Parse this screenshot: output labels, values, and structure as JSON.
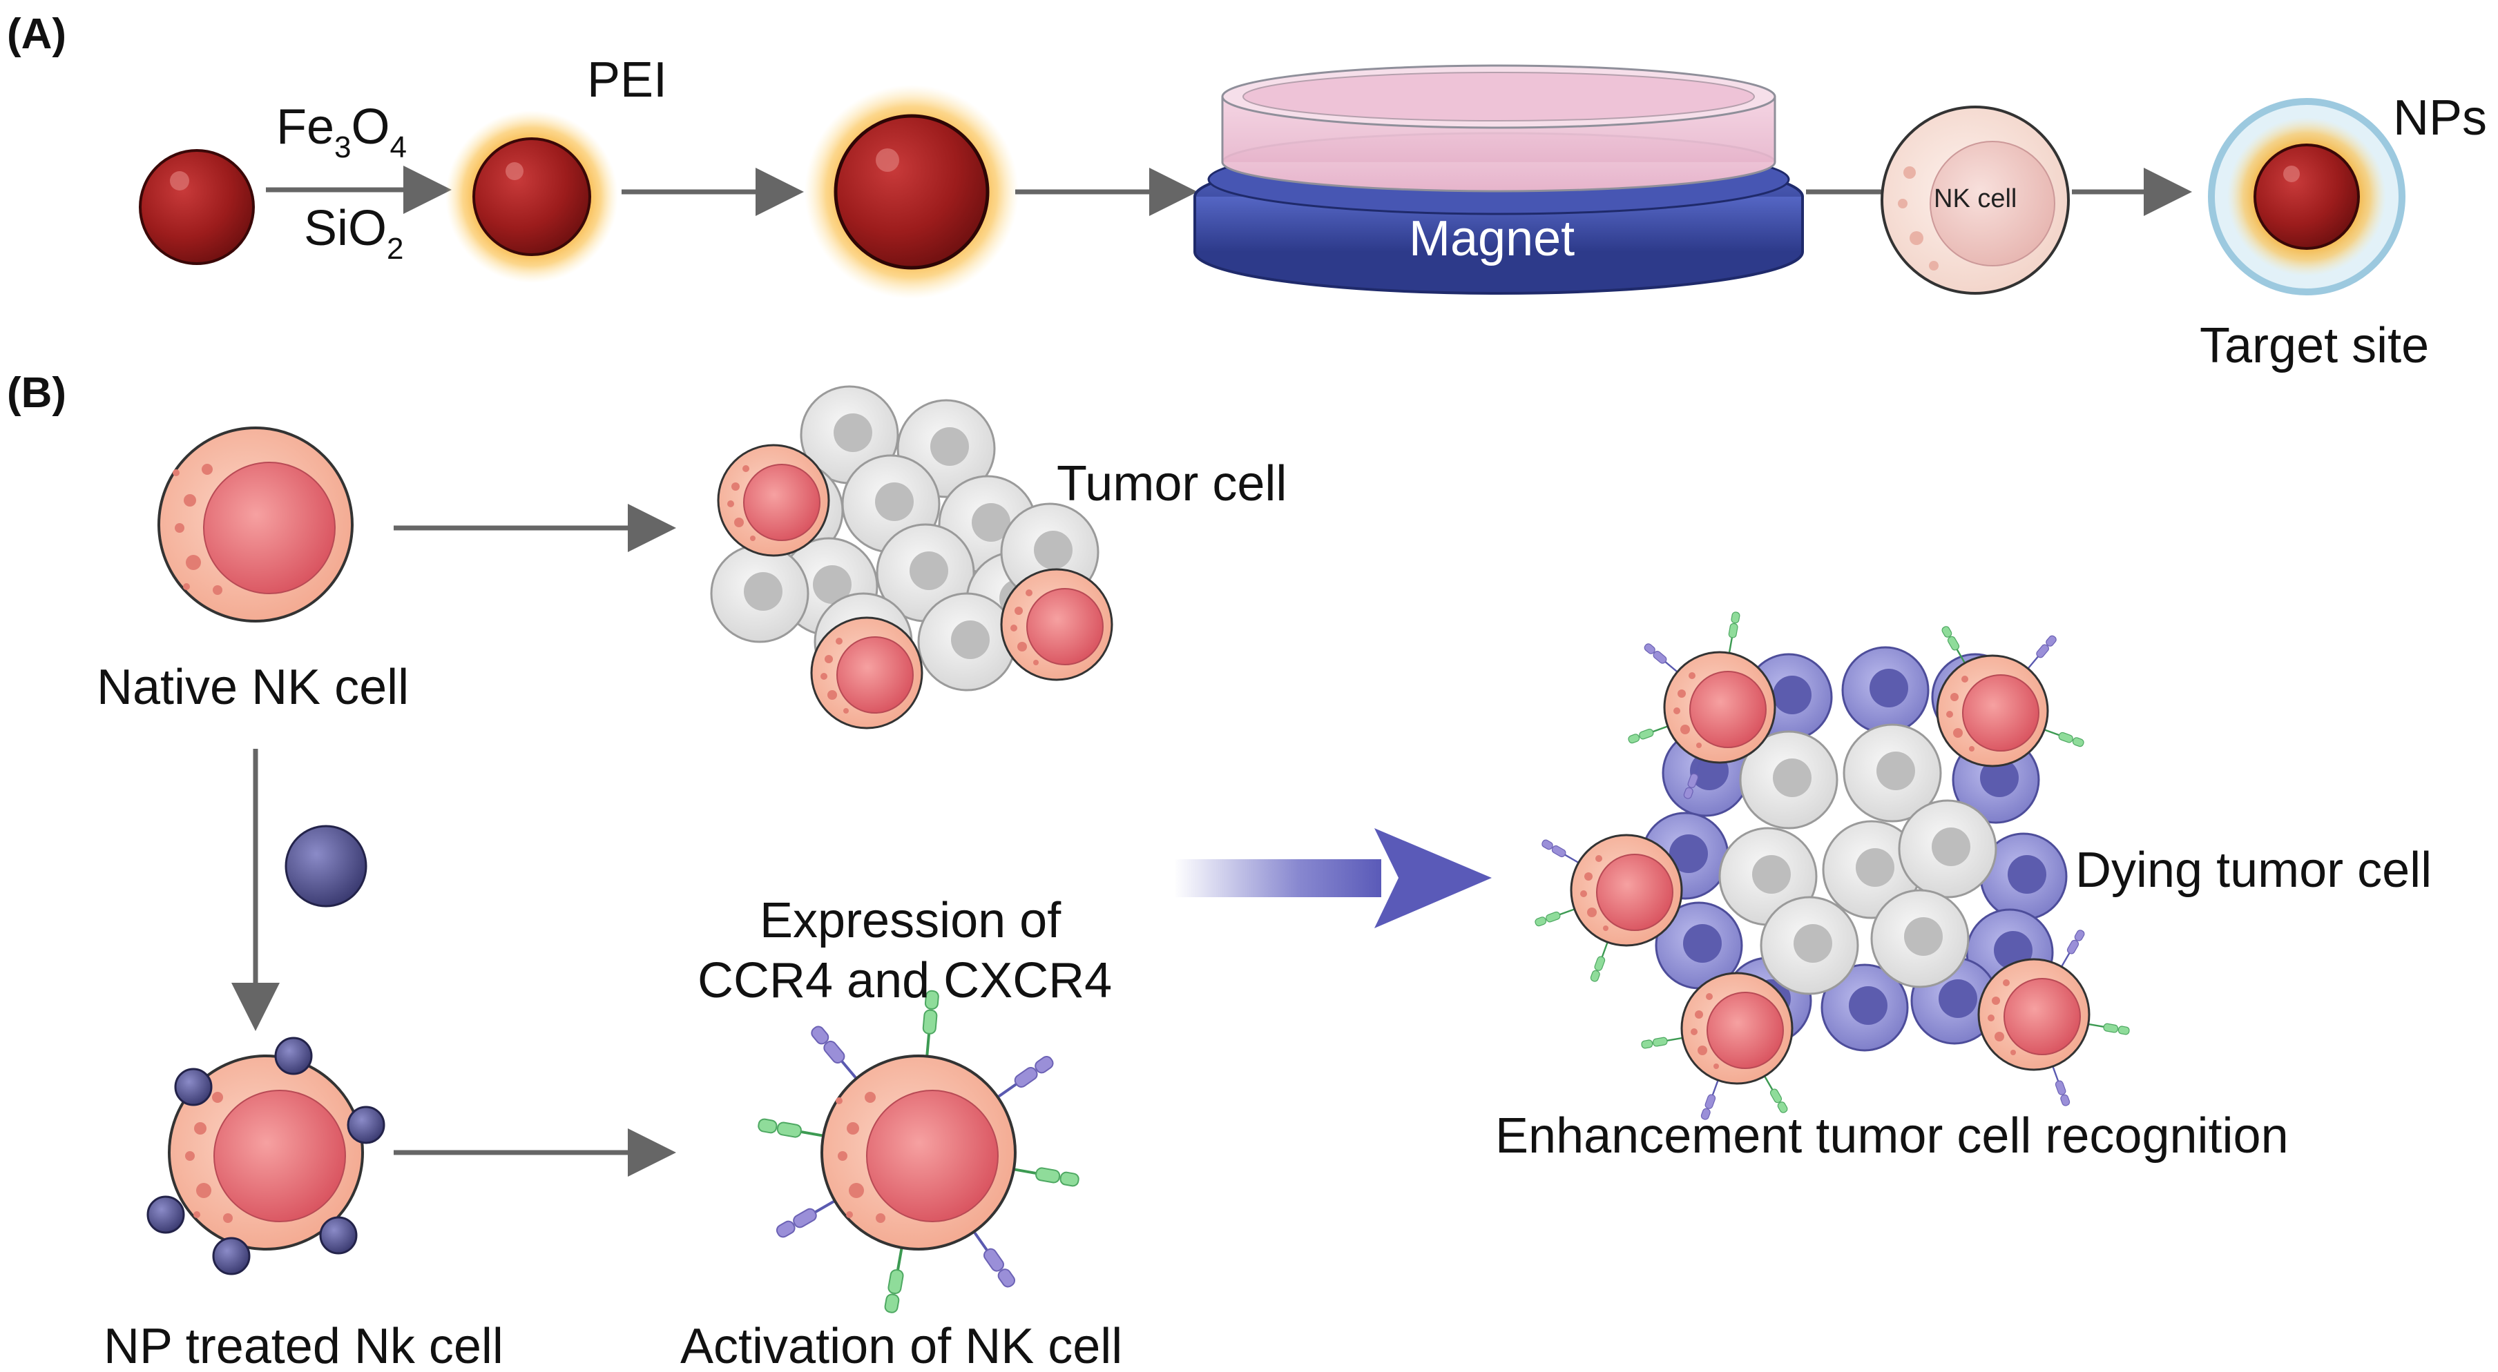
{
  "panelA": {
    "label": "(A)",
    "fe3o4": {
      "base1": "Fe",
      "sub1": "3",
      "base2": "O",
      "sub2": "4"
    },
    "sio2": {
      "base": "SiO",
      "sub": "2"
    },
    "pei": "PEI",
    "magnet": "Magnet",
    "nk_cell": "NK cell",
    "nps": "NPs",
    "target_site": "Target site"
  },
  "panelB": {
    "label": "(B)",
    "tumor_cell": "Tumor cell",
    "native_nk_cell": "Native NK cell",
    "expression_line1": "Expression of",
    "expression_line2": "CCR4 and CXCR4",
    "dying_tumor_cell": "Dying tumor cell",
    "np_treated": "NP treated Nk cell",
    "activation": "Activation of NK cell",
    "enhancement": "Enhancement tumor cell recognition"
  },
  "colors": {
    "nanoparticle": "#9c1c1c",
    "pei_glow": "#f5a623",
    "nk_cell_outer": "#f6b8a3",
    "nk_cell_nucleus": "#e8707a",
    "tumor_cell": "#e3e3e3",
    "dying_tumor_cell": "#8f8fd6",
    "magnet": "#3d4fa8",
    "iron_np": "#4a4a8c",
    "ccr4_receptor": "#8b7fd0",
    "cxcr4_receptor": "#7fcf8a",
    "arrow": "#666666"
  }
}
